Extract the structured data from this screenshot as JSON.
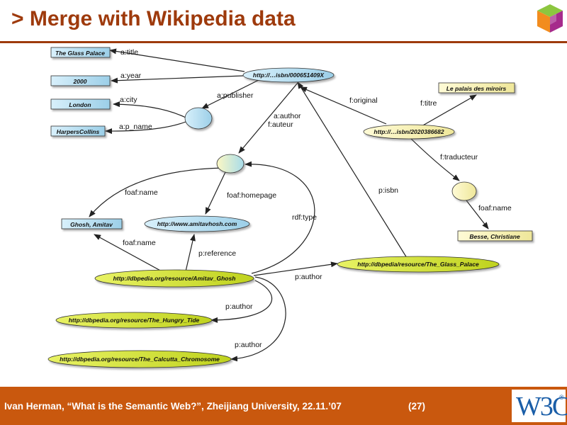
{
  "slide": {
    "title_prefix": ">",
    "title": "Merge with Wikipedia data",
    "footer": "Ivan Herman, “What is the Semantic Web?”, Zheijiang University,  22.11.’07",
    "page": "(27)",
    "w3c_logo": "W3C",
    "registered_mark": "®"
  },
  "colors": {
    "title": "#9e3a0c",
    "footer": "#c9580e",
    "blue_node": "#b8dff0",
    "yellow_node": "#f6f2b6",
    "green_node": "#d6e63c"
  },
  "nodes": {
    "glass_palace": "The Glass Palace",
    "year": "2000",
    "london": "London",
    "harpercollins": "HarpersCollins",
    "isbn_en": "http://…isbn/000651409X",
    "palais": "Le palais des miroirs",
    "isbn_fr": "http://…isbn/2020386682",
    "ghosh": "Ghosh, Amitav",
    "homepage": "http://www.amitavhosh.com",
    "besse": "Besse, Christiane",
    "dbp_ghosh": "http://dbpedia.org/resource/Amitav_Ghosh",
    "dbp_glass": "http://dbpedia/resource/The_Glass_Palace",
    "dbp_hungry": "http://dbpedia.org/resource/The_Hungry_Tide",
    "dbp_calcutta": "http://dbpedia.org/resource/The_Calcutta_Chromosome"
  },
  "edges": {
    "a_title": "a:title",
    "a_year": "a:year",
    "a_city": "a:city",
    "a_p_name": "a:p_name",
    "a_publisher": "a:publisher",
    "a_author": "a:author",
    "f_auteur": "f:auteur",
    "f_original": "f:original",
    "f_titre": "f:titre",
    "f_traducteur": "f:traducteur",
    "foaf_name_1": "foaf:name",
    "foaf_homepage": "foaf:homepage",
    "foaf_name_2": "foaf:name",
    "foaf_name_3": "foaf:name",
    "p_reference": "p:reference",
    "rdf_type": "rdf:type",
    "p_isbn": "p:isbn",
    "p_author_1": "p:author",
    "p_author_2": "p:author",
    "p_author_3": "p:author"
  }
}
